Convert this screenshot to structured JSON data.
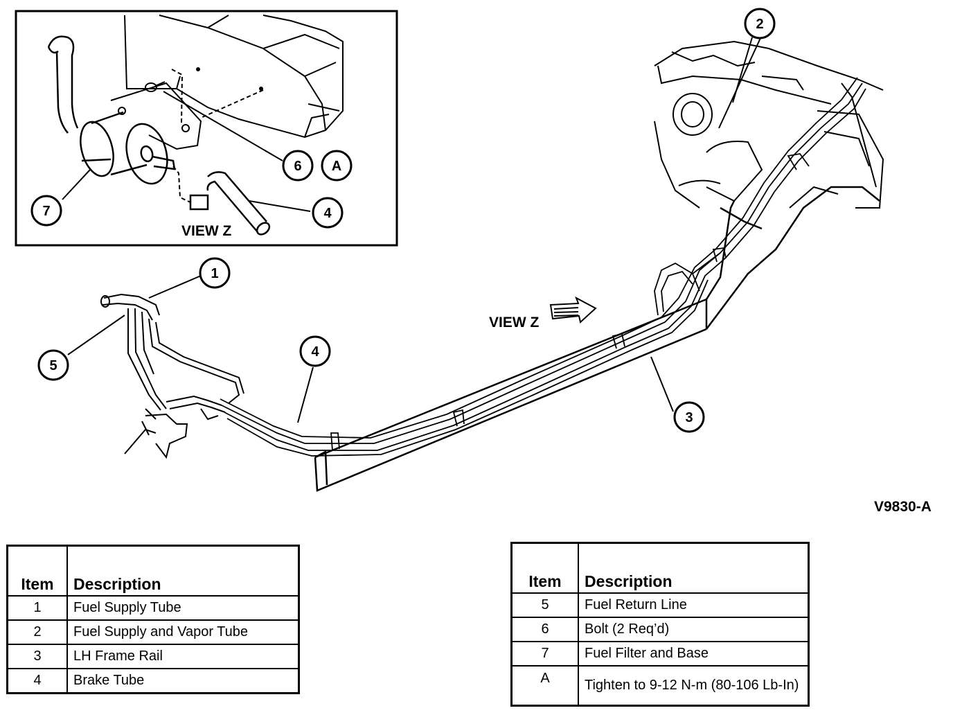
{
  "inset": {
    "view_label": "VIEW Z"
  },
  "main": {
    "view_label": "VIEW Z",
    "figure_id": "V9830-A"
  },
  "callouts": {
    "c1": "1",
    "c2": "2",
    "c3": "3",
    "c4_main": "4",
    "c4_inset": "4",
    "c5": "5",
    "c6": "6",
    "cA": "A",
    "c7": "7"
  },
  "legend_left": {
    "header_item": "Item",
    "header_desc": "Description",
    "rows": [
      {
        "item": "1",
        "desc": "Fuel Supply Tube"
      },
      {
        "item": "2",
        "desc": "Fuel Supply and Vapor Tube"
      },
      {
        "item": "3",
        "desc": "LH Frame Rail"
      },
      {
        "item": "4",
        "desc": "Brake Tube"
      }
    ]
  },
  "legend_right": {
    "header_item": "Item",
    "header_desc": "Description",
    "rows": [
      {
        "item": "5",
        "desc": "Fuel Return Line"
      },
      {
        "item": "6",
        "desc": "Bolt (2 Req’d)"
      },
      {
        "item": "7",
        "desc": "Fuel Filter and Base"
      },
      {
        "item": "A",
        "desc": "Tighten to 9-12 N-m (80-106 Lb-In)"
      }
    ]
  }
}
